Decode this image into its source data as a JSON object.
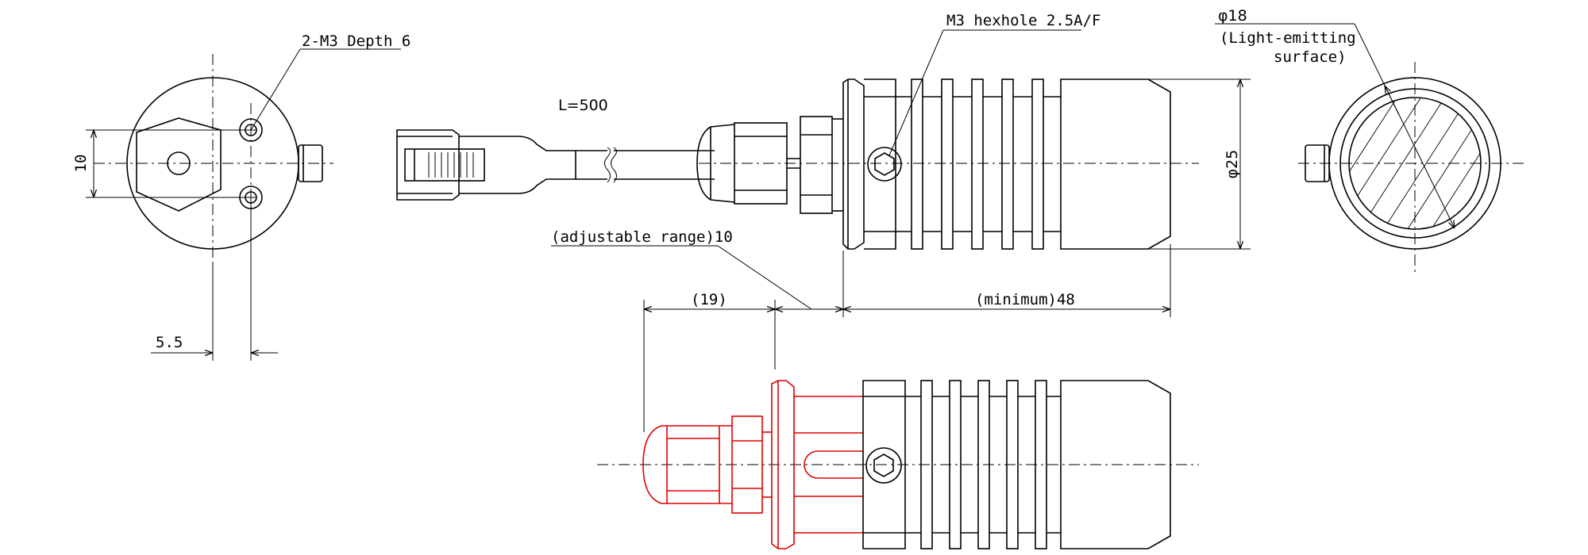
{
  "labels": {
    "m3_depth": "2-M3 Depth 6",
    "dim_10": "10",
    "dim_5_5": "5.5",
    "cable_length": "L=500",
    "hexhole": "M3 hexhole 2.5A/F",
    "phi_25": "φ25",
    "phi_18": "φ18",
    "light_line1": "(Light-emitting",
    "light_line2": "surface)",
    "adjustable": "(adjustable range)10",
    "dim_19": "(19)",
    "minimum": "(minimum)48"
  },
  "colors": {
    "line": "#000000",
    "adjusted_position": "#e00000",
    "background": "#ffffff"
  }
}
